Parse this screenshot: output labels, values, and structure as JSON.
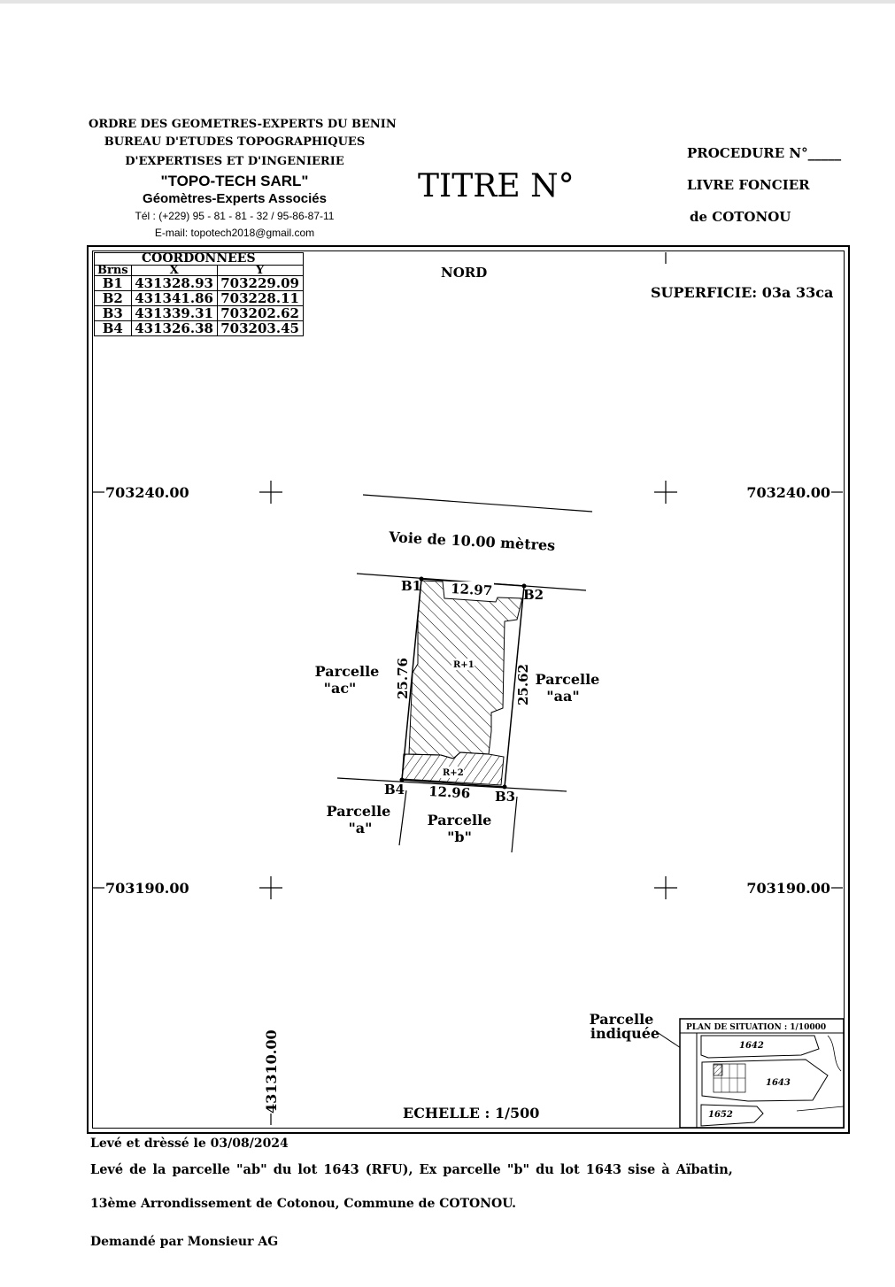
{
  "header": {
    "line1": "ORDRE DES GEOMETRES-EXPERTS DU BENIN",
    "line2": "BUREAU D'ETUDES TOPOGRAPHIQUES",
    "line3": "D'EXPERTISES ET D'INGENIERIE",
    "company": "\"TOPO-TECH SARL\"",
    "subtitle": "Géomètres-Experts Associés",
    "tel": "Tél : (+229) 95 - 81 - 81 - 32 / 95-86-87-11",
    "email": "E-mail: topotech2018@gmail.com"
  },
  "title": "TITRE N°",
  "procedure": "PROCEDURE N°_____",
  "livre": "LIVRE FONCIER",
  "ville": "de COTONOU",
  "coords_table": {
    "title": "COORDONNEES",
    "headers": [
      "Brns",
      "X",
      "Y"
    ],
    "rows": [
      [
        "B1",
        "431328.93",
        "703229.09"
      ],
      [
        "B2",
        "431341.86",
        "703228.11"
      ],
      [
        "B3",
        "431339.31",
        "703202.62"
      ],
      [
        "B4",
        "431326.38",
        "703203.45"
      ]
    ]
  },
  "plan": {
    "nord": "NORD",
    "superficie": "SUPERFICIE: 03a 33ca",
    "grid_y_top": "703240.00",
    "grid_y_bottom": "703190.00",
    "grid_x": "431310.00",
    "voie": "Voie de 10.00 mètres",
    "b1": "B1",
    "b2": "B2",
    "b3": "B3",
    "b4": "B4",
    "dim_top": "12.97",
    "dim_bottom": "12.96",
    "dim_left": "25.76",
    "dim_right": "25.62",
    "bldg1": "R+1",
    "bldg2": "R+2",
    "parcel_ac": [
      "Parcelle",
      "\"ac\""
    ],
    "parcel_aa": [
      "Parcelle",
      "\"aa\""
    ],
    "parcel_a": [
      "Parcelle",
      "\"a\""
    ],
    "parcel_b": [
      "Parcelle",
      "\"b\""
    ],
    "parcelle_indiquee": [
      "Parcelle",
      "indiquée"
    ],
    "echelle": "ECHELLE : 1/500"
  },
  "situation": {
    "title": "PLAN DE SITUATION : 1/10000",
    "lots": [
      "1642",
      "1643",
      "1652"
    ]
  },
  "footer": {
    "date": "Levé et drèssé le 03/08/2024",
    "desc1": "Levé de la parcelle \"ab\" du lot 1643 (RFU), Ex parcelle \"b\" du lot 1643 sise à Aïbatin,",
    "desc2": "13ème Arrondissement de Cotonou, Commune de COTONOU.",
    "demande": "Demandé par Monsieur AG"
  }
}
